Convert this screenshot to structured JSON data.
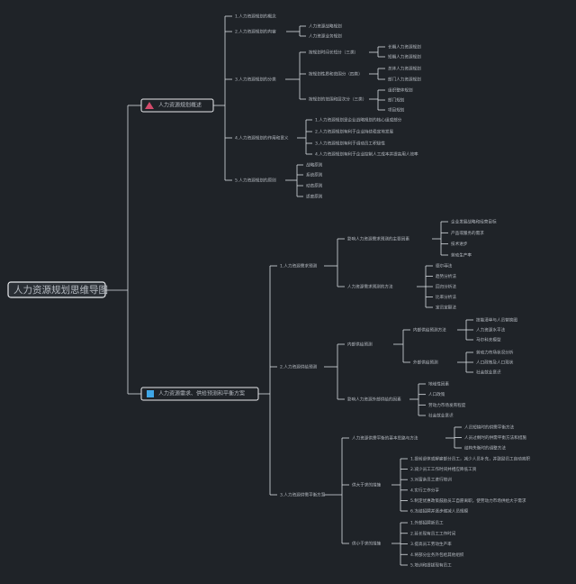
{
  "colors": {
    "background": "#1f2328",
    "line": "#d9dde2",
    "root_border": "#e8eaed",
    "root_fill": "#2a2f35",
    "text": "#b7bcc3",
    "icon_a": "#d24b6b",
    "icon_b": "#3fa6e6"
  },
  "mindmap": {
    "root": "人力资源规划思维导图",
    "branch_a": {
      "label": "人力资源规划概述",
      "icon": "triangle-flag-icon",
      "items": [
        {
          "label": "1.人力资源规划的概念",
          "children": []
        },
        {
          "label": "2.人力资源规划的内容",
          "children": [
            "人力资源战略规划",
            "人力资源业务规划"
          ]
        },
        {
          "label": "3.人力资源规划的分类",
          "children": [
            {
              "label": "按规划时间长短分（三类）",
              "children": [
                "长期人力资源规划",
                "短期人力资源规划"
              ]
            },
            {
              "label": "按规划性质和范围分（四类）",
              "children": [
                "总体人力资源规划",
                "部门人力资源规划"
              ]
            },
            {
              "label": "按规划的范围和层次分（三类）",
              "children": [
                "组织整体规划",
                "部门规划",
                "项目规划"
              ]
            }
          ]
        },
        {
          "label": "4.人力资源规划的作用和意义",
          "children": [
            "1.人力资源规划是企业战略规划的核心组成部分",
            "2.人力资源规划有利于企业持续稳定地发展",
            "3.人力资源规划有利于调动员工积极性",
            "4.人力资源规划有利于企业控制人工成本并提高用人效率"
          ]
        },
        {
          "label": "5.人力资源规划的原则",
          "children": [
            "战略原则",
            "系统原则",
            "动态原则",
            "适度原则"
          ]
        }
      ]
    },
    "branch_b": {
      "label": "人力资源需求、供给预测和平衡方案",
      "icon": "square-flag-icon",
      "items": [
        {
          "label": "1.人力资源需求预测",
          "children": [
            {
              "label": "影响人力资源需求预测的主要因素",
              "children": [
                "企业发展战略和经营目标",
                "产品或服务的需求",
                "技术进步",
                "劳动生产率"
              ]
            },
            {
              "label": "人力资源需求预测的方法",
              "children": [
                "德尔菲法",
                "趋势分析法",
                "回归分析法",
                "比率分析法",
                "定员定额法"
              ]
            }
          ]
        },
        {
          "label": "2.人力资源供给预测",
          "children": [
            {
              "label": "内部供给预测",
              "children": [
                {
                  "label": "内部供给预测方法",
                  "children": [
                    "技能清单与人员替换图",
                    "人力资源水平法",
                    "马尔科夫模型"
                  ]
                },
                {
                  "label": "外部供给预测",
                  "children": [
                    "劳动力市场状况分析",
                    "人口政策及人口现状",
                    "社会就业意识"
                  ]
                }
              ]
            },
            {
              "label": "影响人力资源外部供给的因素",
              "children": [
                "地域性因素",
                "人口政策",
                "劳动力市场发育程度",
                "社会就业意识"
              ]
            }
          ]
        },
        {
          "label": "3.人力资源供需平衡方案",
          "children": [
            {
              "label": "人力资源供需平衡的基本思路与方法",
              "children": [
                "人员短缺时的供需平衡方法",
                "人员过剩时的供需平衡方法和措施",
                "结构失衡时的调整方法"
              ]
            },
            {
              "label": "供大于求的措施",
              "children": [
                "1.提前退休或解雇部分员工，减少人员补充，并鼓励员工自动离职",
                "2.减少员工工作时间并相应降低工资",
                "3.对富余员工进行培训",
                "4.实行工作分享",
                "5.制定优惠政策鼓励员工自愿离职，使劳动力市场供给大于需求",
                "6.冻结招聘并逐步缩减人员规模"
              ]
            },
            {
              "label": "供小于求的措施",
              "children": [
                "1.外部招聘新员工",
                "2.延长现有员工工作时间",
                "3.提高员工劳动生产率",
                "4.将部分业务外包给其他组织",
                "5.培训和提拔现有员工"
              ]
            }
          ]
        }
      ]
    }
  }
}
